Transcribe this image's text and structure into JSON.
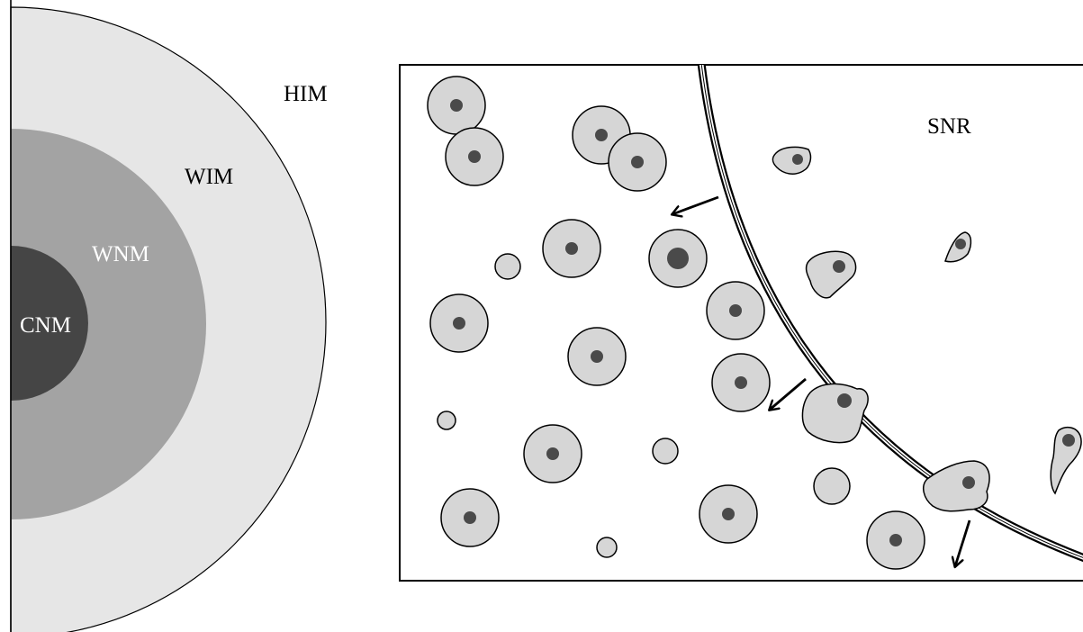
{
  "left_panel": {
    "labels": {
      "him": "HIM",
      "wim": "WIM",
      "wnm": "WNM",
      "cnm": "CNM"
    }
  },
  "right_panel": {
    "labels": {
      "snr": "SNR"
    }
  },
  "colors": {
    "him_fill": "#e6e6e6",
    "wnm_fill": "#a3a3a3",
    "cnm_fill": "#454545",
    "cloud_fill": "#d6d6d6",
    "core_fill": "#4a4a4a",
    "outline": "#000000",
    "label_dark": "#000000",
    "label_light": "#ffffff"
  }
}
